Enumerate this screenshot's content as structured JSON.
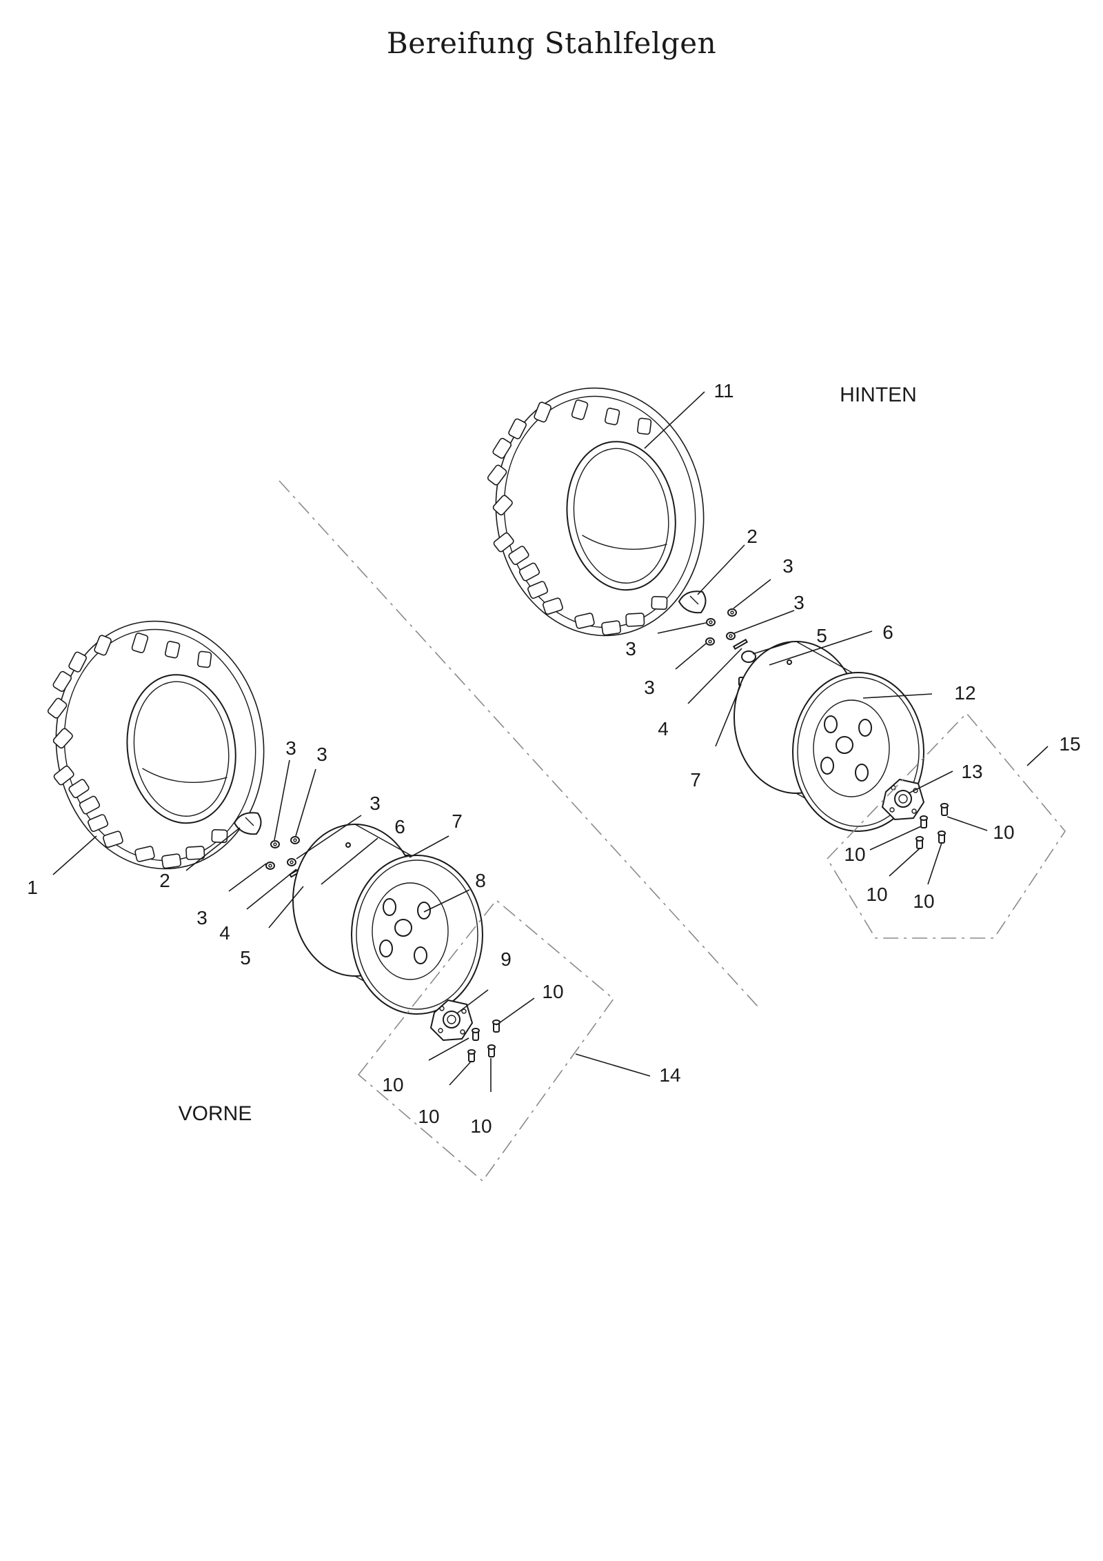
{
  "title": "Bereifung Stahlfelgen",
  "sections": {
    "front": "VORNE",
    "rear": "HINTEN"
  },
  "callouts": {
    "front": {
      "tire": "1",
      "valve_cap": "2",
      "nut_a": "3",
      "nut_b": "3",
      "nut_c": "3",
      "nut_d": "3",
      "washer": "4",
      "hub_nut": "5",
      "o_ring": "6",
      "valve": "7",
      "rim": "8",
      "hub": "9",
      "bolt_a": "10",
      "bolt_b": "10",
      "bolt_c": "10",
      "bolt_d": "10",
      "assembly": "14"
    },
    "rear": {
      "tire": "11",
      "valve_cap": "2",
      "nut_a": "3",
      "nut_b": "3",
      "nut_c": "3",
      "nut_d": "3",
      "washer": "4",
      "hub_nut": "5",
      "o_ring": "6",
      "valve": "7",
      "rim": "12",
      "hub": "13",
      "bolt_a": "10",
      "bolt_b": "10",
      "bolt_c": "10",
      "bolt_d": "10",
      "assembly": "15"
    }
  }
}
